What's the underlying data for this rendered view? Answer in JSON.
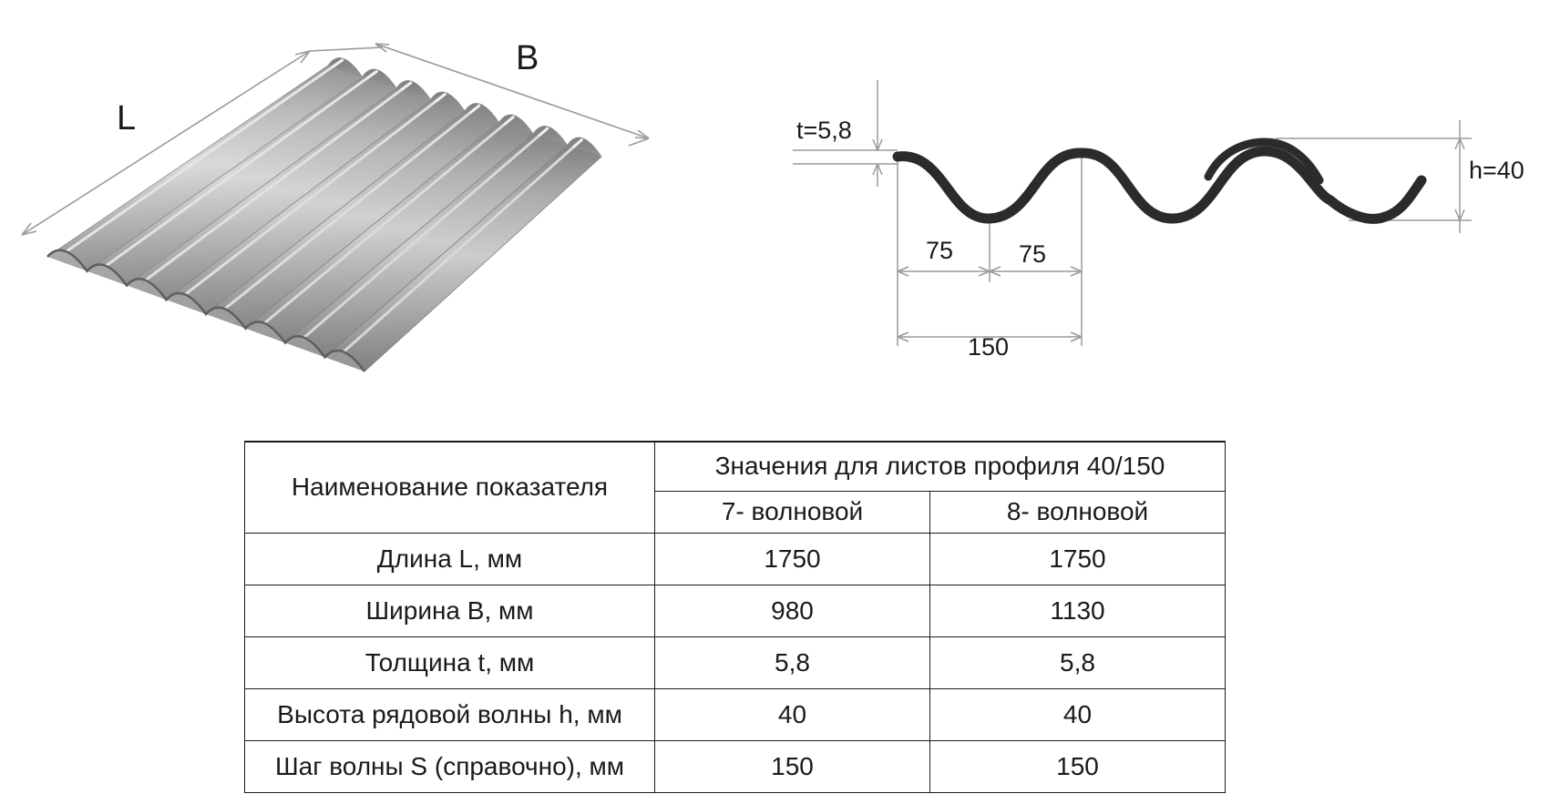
{
  "sheet_diagram": {
    "length_label": "L",
    "width_label": "B"
  },
  "profile_diagram": {
    "thickness_label": "t=5,8",
    "height_label": "h=40",
    "half_pitch_left_label": "75",
    "half_pitch_right_label": "75",
    "pitch_label": "150"
  },
  "spec_table": {
    "header_name": "Наименование показателя",
    "header_group": "Значения для листов профиля 40/150",
    "header_col_7": "7- волновой",
    "header_col_8": "8- волновой",
    "rows": [
      {
        "name": "Длина L, мм",
        "v7": "1750",
        "v8": "1750"
      },
      {
        "name": "Ширина B, мм",
        "v7": "980",
        "v8": "1130"
      },
      {
        "name": "Толщина t, мм",
        "v7": "5,8",
        "v8": "5,8"
      },
      {
        "name": "Высота рядовой волны h, мм",
        "v7": "40",
        "v8": "40"
      },
      {
        "name": "Шаг волны S (справочно), мм",
        "v7": "150",
        "v8": "150"
      }
    ]
  },
  "colors": {
    "sheet_light": "#e6e6e6",
    "sheet_dark": "#8a8a8a",
    "profile_stroke": "#2b2b2b",
    "dimension_line": "#9a9a9a"
  }
}
